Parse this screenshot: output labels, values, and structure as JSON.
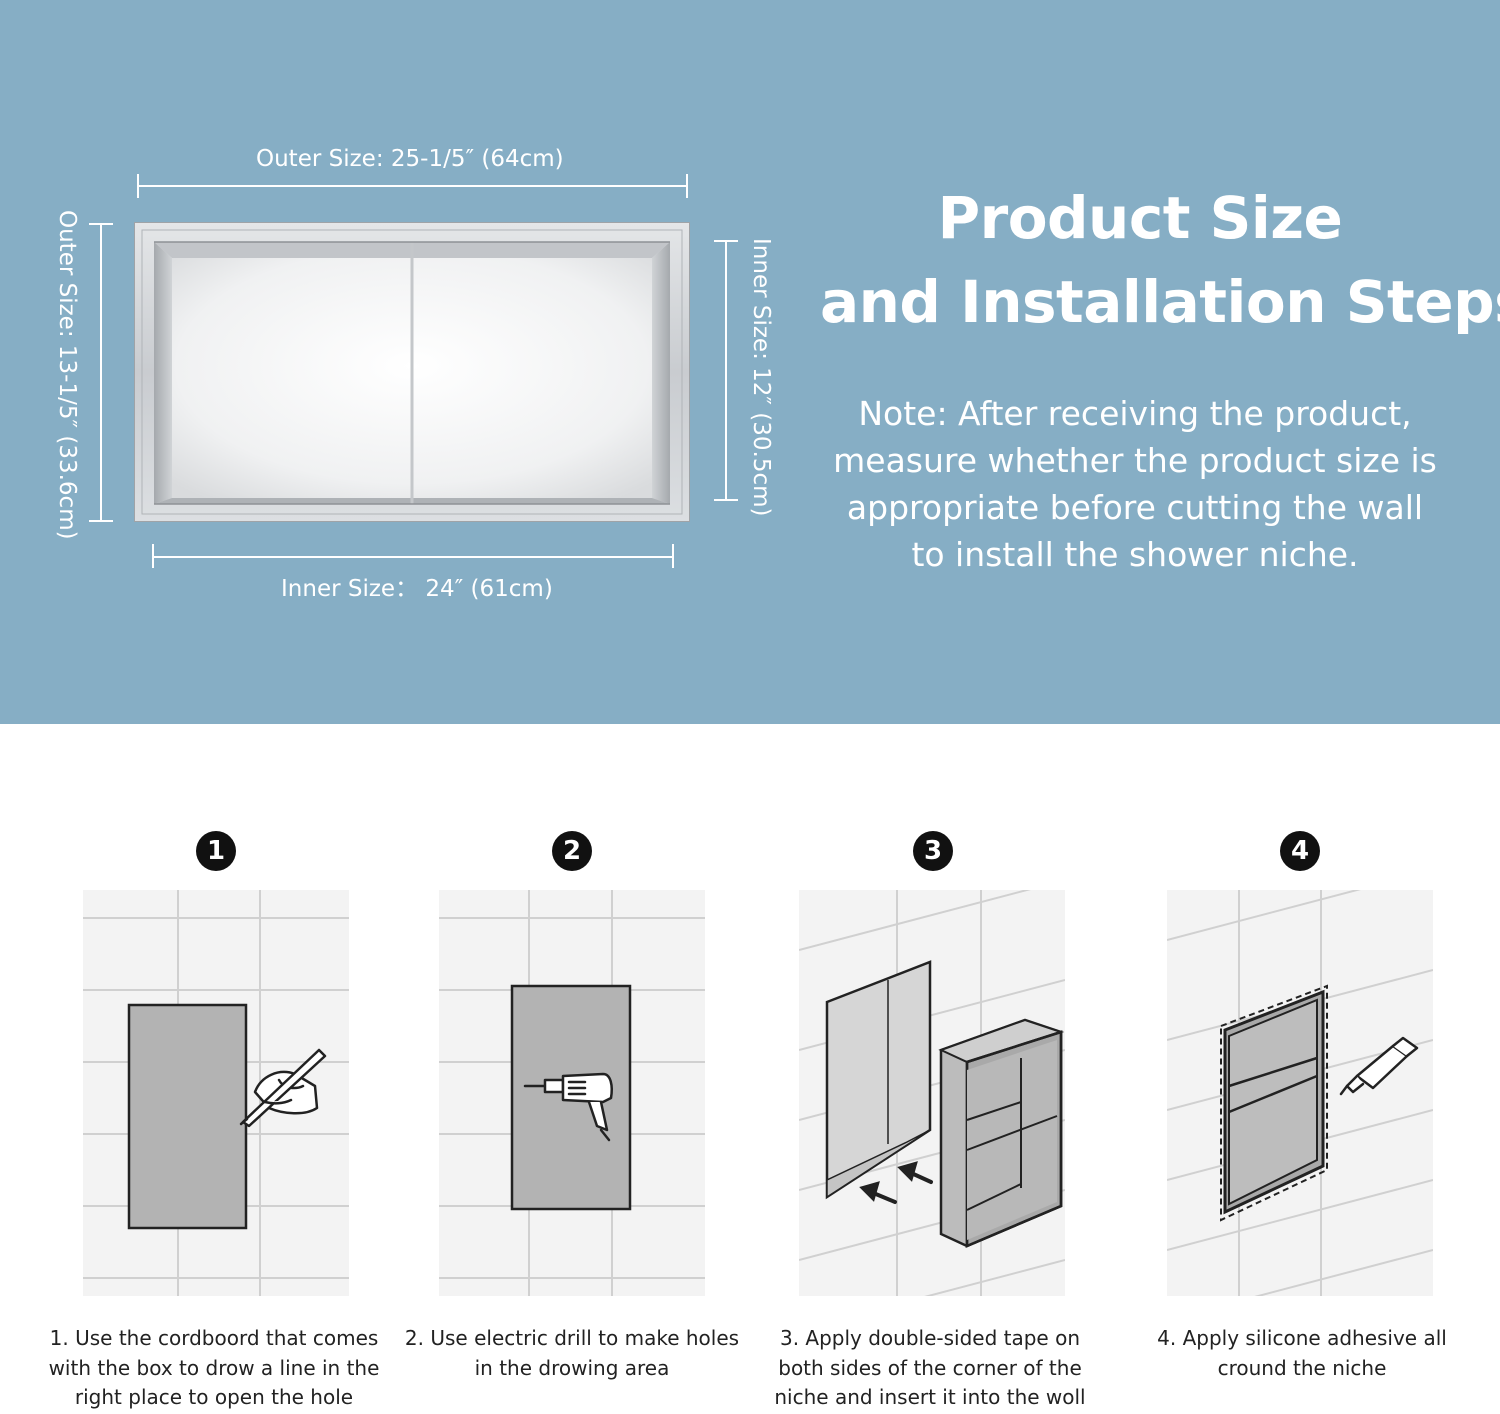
{
  "header": {
    "title_line1": "Product Size",
    "title_line2": "and Installation Steps",
    "note": "Note: After receiving the product, measure whether the product size is appropriate before cutting the wall to install the shower niche."
  },
  "dimensions": {
    "outer_width": "Outer Size:  25-1/5″  (64cm)",
    "outer_height": "Outer Size: 13-1/5″  (33.6cm)",
    "inner_width": "Inner Size： 24″  (61cm)",
    "inner_height": "Inner Size: 12″  (30.5cm)"
  },
  "steps": [
    {
      "number": "1",
      "icon": "pencil-hand-icon",
      "caption": "1. Use the cordboord that comes with the box to drow a line in the right place to open the hole"
    },
    {
      "number": "2",
      "icon": "electric-drill-icon",
      "caption": "2. Use electric drill to make holes in the drowing area"
    },
    {
      "number": "3",
      "icon": "insert-arrows-icon",
      "caption": "3. Apply double-sided tape on both sides of the corner of the niche and insert it into the woll"
    },
    {
      "number": "4",
      "icon": "silicone-tube-icon",
      "caption": "4. Apply silicone adhesive all cround the niche"
    }
  ],
  "colors": {
    "header_background": "#86aec5",
    "panel_gray": "#b3b3b3"
  }
}
